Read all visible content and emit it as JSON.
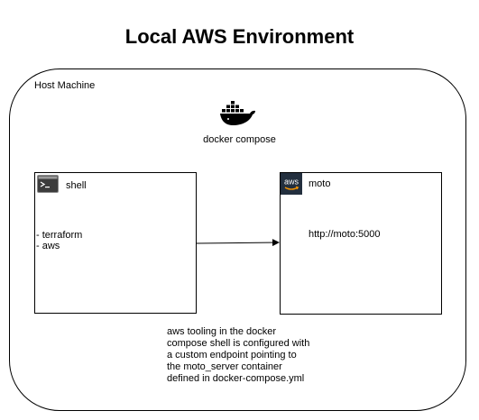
{
  "title": "Local AWS Environment",
  "host": {
    "label": "Host Machine"
  },
  "docker": {
    "icon": "docker-whale-icon",
    "label": "docker compose"
  },
  "shell": {
    "icon": "terminal-icon",
    "label": "shell",
    "tools": [
      "- terraform",
      "- aws"
    ]
  },
  "moto": {
    "icon": "aws-icon",
    "icon_text": "aws",
    "label": "moto",
    "url": "http://moto:5000"
  },
  "note": {
    "lines": [
      "aws tooling in the docker",
      "compose shell is configured with",
      "a custom endpoint pointing to",
      "the moto_server container",
      "defined in docker-compose.yml"
    ]
  },
  "colors": {
    "stroke": "#000000",
    "aws_bg": "#232f3e",
    "aws_smile": "#ff9900",
    "terminal_bg": "#3c3c3c"
  }
}
